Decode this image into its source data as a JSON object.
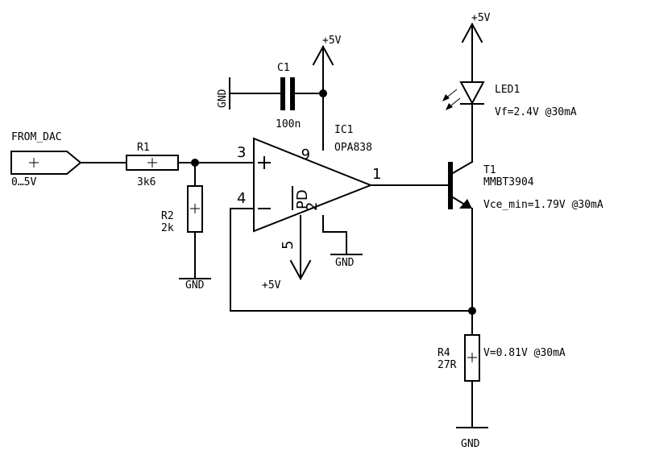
{
  "labels": {
    "from_dac": "FROM_DAC",
    "range": "0…5V",
    "r1_name": "R1",
    "r1_value": "3k6",
    "r2_name": "R2",
    "r2_value": "2k",
    "gnd_r2": "GND",
    "c1_name": "C1",
    "c1_value": "100n",
    "gnd_c1": "GND",
    "supply_opamp": "+5V",
    "ic1_name": "IC1",
    "ic1_value": "OPA838",
    "pd_label": "PD",
    "pin_3": "3",
    "pin_4": "4",
    "pin_6": "6",
    "pin_1": "1",
    "pin_5": "5",
    "pin_2": "2",
    "plus_5v_pin5": "+5V",
    "gnd_pin2": "GND",
    "supply_led": "+5V",
    "led1_name": "LED1",
    "led1_vf": "Vf=2.4V @30mA",
    "t1_name": "T1",
    "t1_value": "MMBT3904",
    "t1_vce": "Vce_min=1.79V @30mA",
    "r4_name": "R4",
    "r4_value": "27R",
    "r4_v": "V=0.81V @30mA",
    "gnd_r4": "GND"
  }
}
